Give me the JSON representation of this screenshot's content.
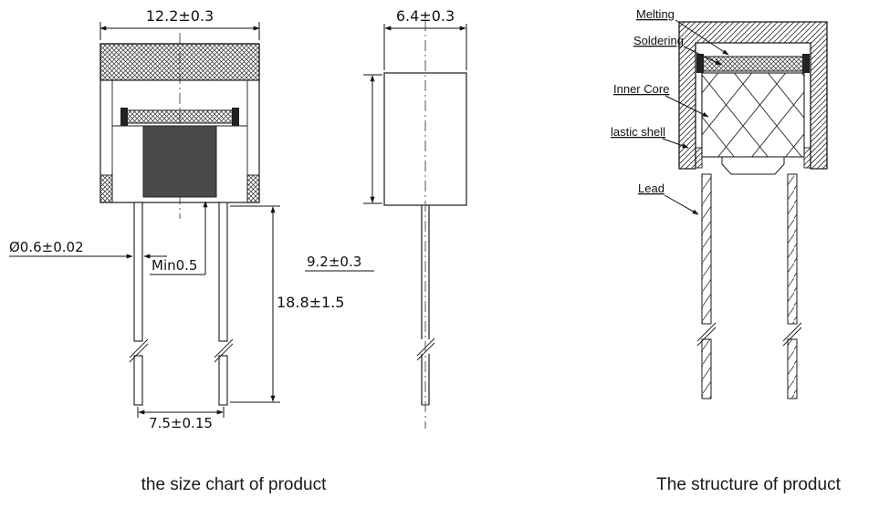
{
  "size_chart": {
    "caption": "the size chart of product",
    "dims": {
      "top_width": "12.2±0.3",
      "lead_diameter": "Ø0.6±0.02",
      "min_clearance": "Min0.5",
      "lead_length": "18.8±1.5",
      "lead_spacing": "7.5±0.15",
      "side_width": "6.4±0.3",
      "body_height": "9.2±0.3"
    }
  },
  "structure": {
    "caption": "The structure of product",
    "labels": {
      "melting": "Melting",
      "soldering": "Soldering",
      "inner_core": "Inner Core",
      "plastic_shell": "lastic shell",
      "lead": "Lead"
    }
  },
  "colors": {
    "line": "#1a1a1a",
    "core_fill": "#4a4a4a",
    "solder_cap": "#222222"
  }
}
